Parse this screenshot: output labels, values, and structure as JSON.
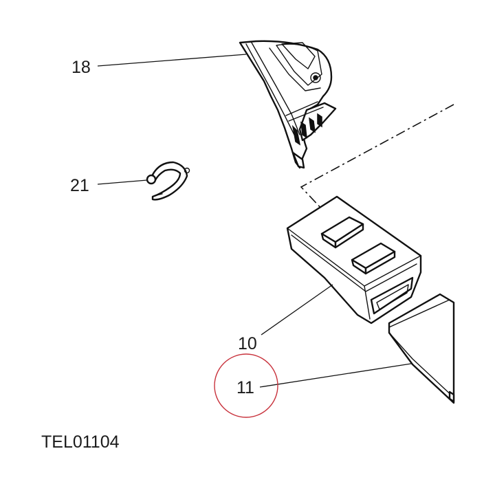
{
  "diagram": {
    "callouts": {
      "part_18": "18",
      "part_21": "21",
      "part_10": "10",
      "part_11": "11"
    },
    "code": "TEL01104",
    "highlight_color": "#c8323c",
    "line_color": "#111111"
  }
}
